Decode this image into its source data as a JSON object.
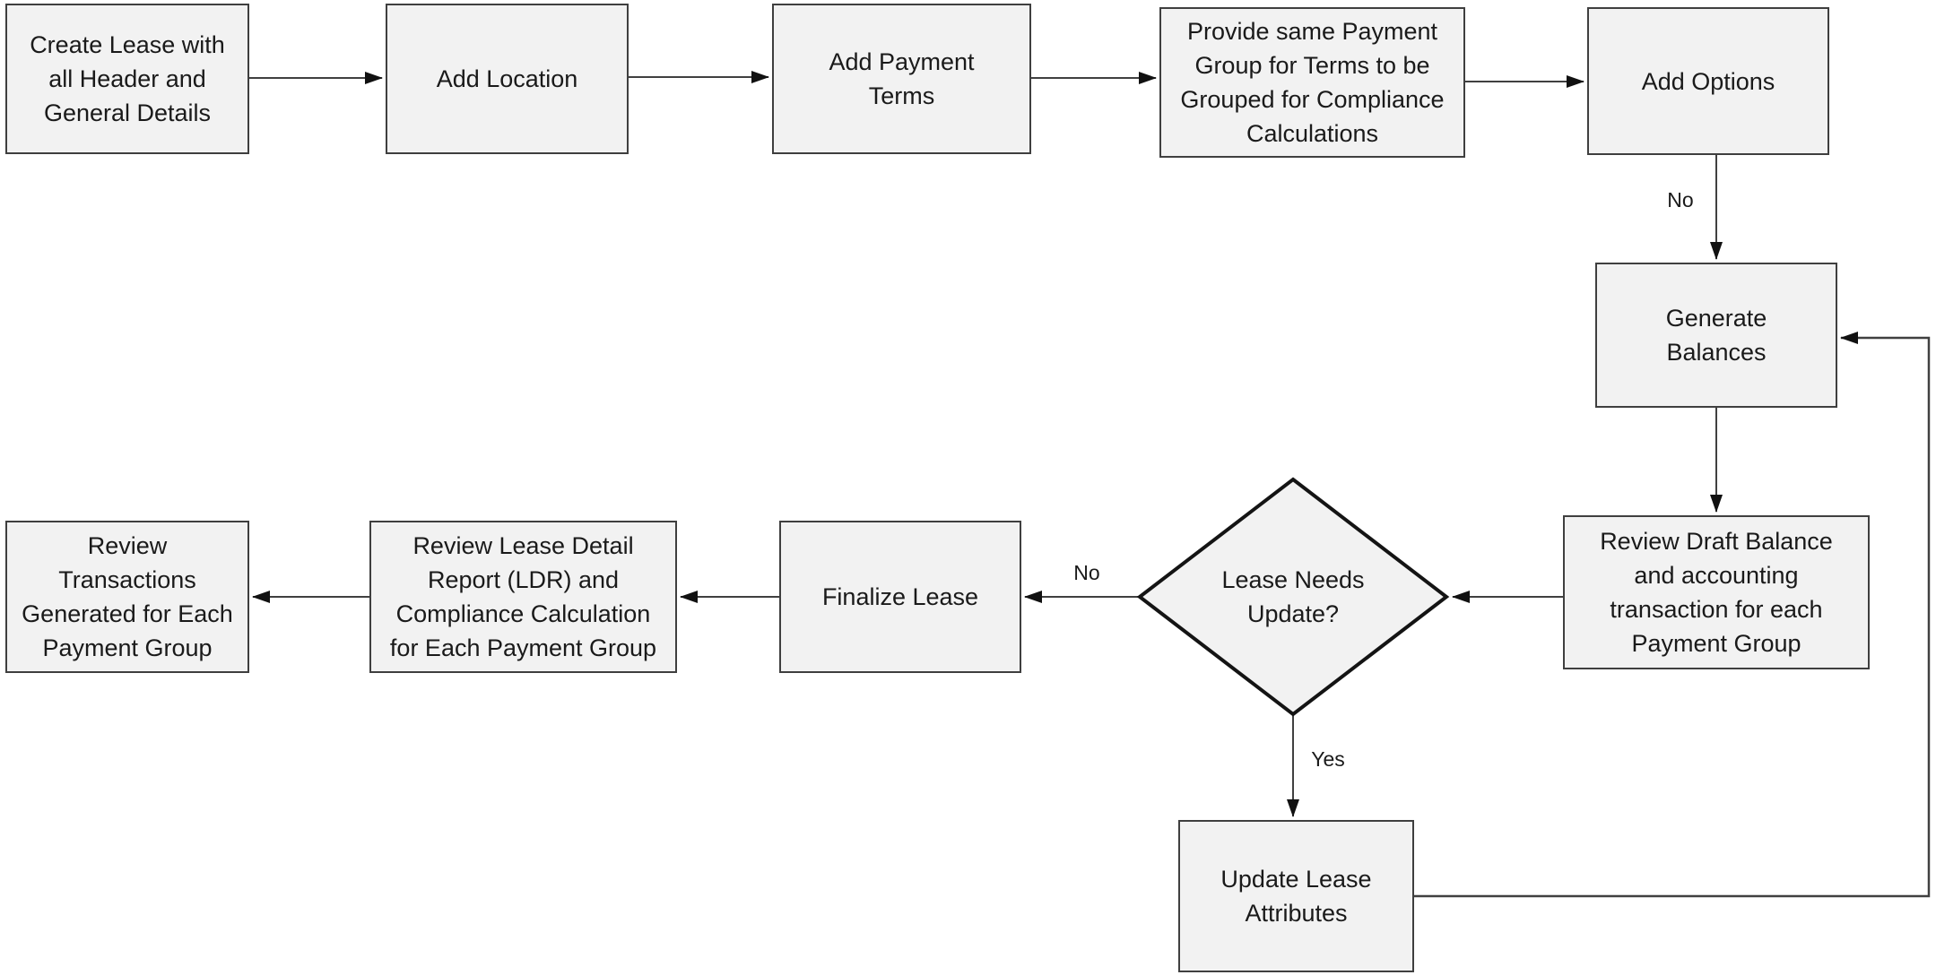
{
  "flowchart": {
    "description": "Lease creation and compliance process flowchart",
    "colors": {
      "background": "#ffffff",
      "node_fill": "#f2f2f2",
      "node_border": "#3f3f3f",
      "decision_border": "#141414",
      "connector": "#404040",
      "arrowhead": "#111111",
      "text": "#1a1a1a"
    },
    "nodes": {
      "create_lease": {
        "type": "process",
        "label": "Create Lease with\nall Header and\nGeneral Details"
      },
      "add_location": {
        "type": "process",
        "label": "Add Location"
      },
      "add_payment_terms": {
        "type": "process",
        "label": "Add Payment\nTerms"
      },
      "payment_group": {
        "type": "process",
        "label": "Provide same Payment\nGroup for Terms to be\nGrouped for Compliance\nCalculations"
      },
      "add_options": {
        "type": "process",
        "label": "Add Options"
      },
      "generate_balances": {
        "type": "process",
        "label": "Generate\nBalances"
      },
      "review_draft_balance": {
        "type": "process",
        "label": "Review Draft Balance\nand accounting\ntransaction for each\nPayment Group"
      },
      "lease_needs_update": {
        "type": "decision",
        "label": "Lease Needs\nUpdate?"
      },
      "finalize_lease": {
        "type": "process",
        "label": "Finalize Lease"
      },
      "review_ldr": {
        "type": "process",
        "label": "Review Lease Detail\nReport (LDR) and\nCompliance Calculation\nfor Each Payment Group"
      },
      "review_transactions": {
        "type": "process",
        "label": "Review\nTransactions\nGenerated for Each\nPayment Group"
      },
      "update_lease_attributes": {
        "type": "process",
        "label": "Update Lease\nAttributes"
      }
    },
    "edge_labels": {
      "add_options_to_generate_balances": "No",
      "decision_no": "No",
      "decision_yes": "Yes"
    },
    "edges": [
      {
        "from": "create_lease",
        "to": "add_location"
      },
      {
        "from": "add_location",
        "to": "add_payment_terms"
      },
      {
        "from": "add_payment_terms",
        "to": "payment_group"
      },
      {
        "from": "payment_group",
        "to": "add_options"
      },
      {
        "from": "add_options",
        "to": "generate_balances",
        "label": "No"
      },
      {
        "from": "generate_balances",
        "to": "review_draft_balance"
      },
      {
        "from": "review_draft_balance",
        "to": "lease_needs_update"
      },
      {
        "from": "lease_needs_update",
        "to": "finalize_lease",
        "label": "No"
      },
      {
        "from": "finalize_lease",
        "to": "review_ldr"
      },
      {
        "from": "review_ldr",
        "to": "review_transactions"
      },
      {
        "from": "lease_needs_update",
        "to": "update_lease_attributes",
        "label": "Yes"
      },
      {
        "from": "update_lease_attributes",
        "to": "generate_balances"
      }
    ]
  }
}
